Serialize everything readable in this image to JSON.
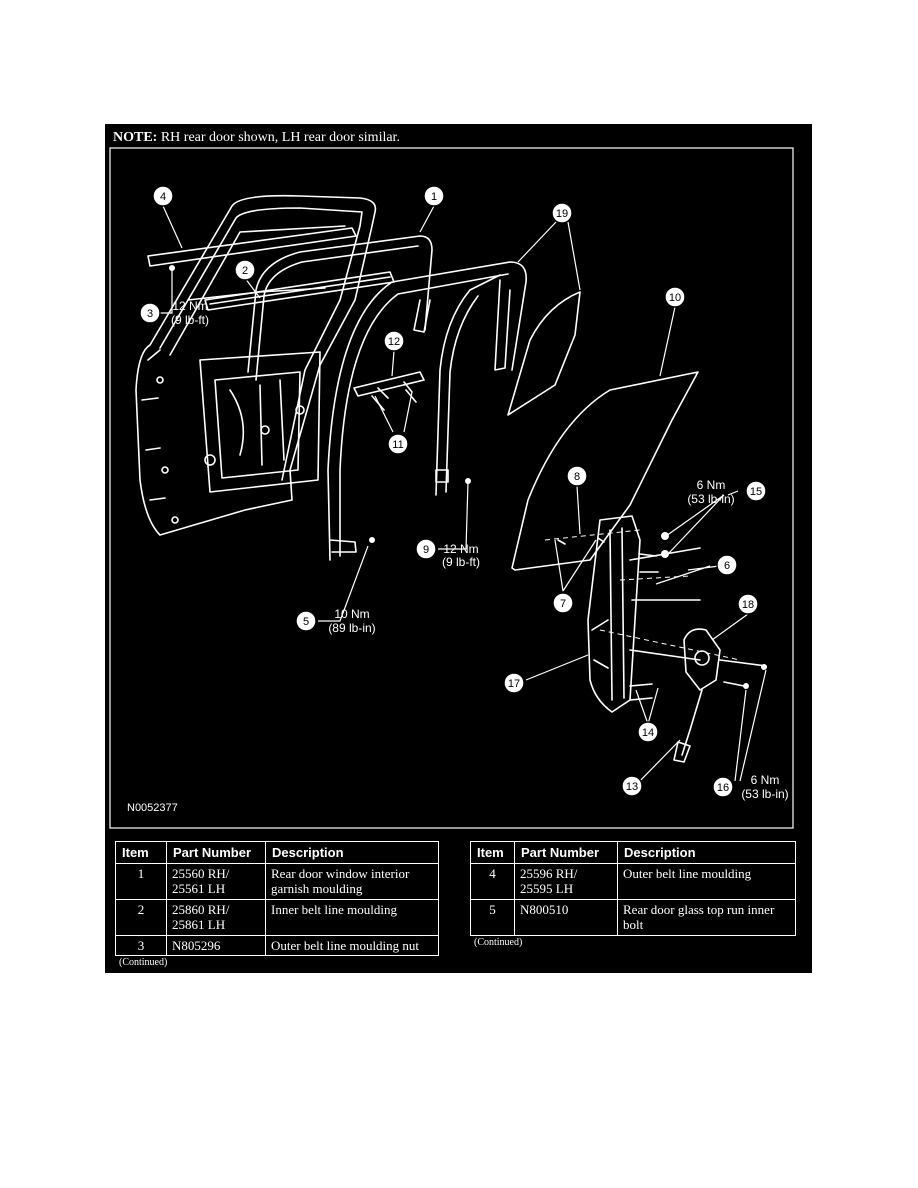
{
  "note": {
    "label": "NOTE:",
    "text": " RH rear door shown, LH rear door similar."
  },
  "figure": {
    "code": "N0052377",
    "callouts": [
      "1",
      "2",
      "3",
      "4",
      "5",
      "6",
      "7",
      "8",
      "9",
      "10",
      "11",
      "12",
      "13",
      "14",
      "15",
      "16",
      "17",
      "18",
      "19"
    ],
    "torques": {
      "t3_a": "12 Nm",
      "t3_b": "(9 lb-ft)",
      "t9_a": "12 Nm",
      "t9_b": "(9 lb-ft)",
      "t5_a": "10 Nm",
      "t5_b": "(89 lb-in)",
      "t15_a": "6 Nm",
      "t15_b": "(53 lb-in)",
      "t16_a": "6 Nm",
      "t16_b": "(53 lb-in)"
    }
  },
  "headers": [
    "Item",
    "Part Number",
    "Description"
  ],
  "table_left": [
    {
      "item": "1",
      "part": "25560 RH/ 25561 LH",
      "desc": "Rear door window interior garnish moulding"
    },
    {
      "item": "2",
      "part": "25860 RH/ 25861 LH",
      "desc": "Inner belt line moulding"
    },
    {
      "item": "3",
      "part": "N805296",
      "desc": "Outer belt line moulding nut"
    }
  ],
  "table_right": [
    {
      "item": "4",
      "part": "25596 RH/ 25595 LH",
      "desc": "Outer belt line moulding"
    },
    {
      "item": "5",
      "part": "N800510",
      "desc": "Rear door glass top run inner bolt"
    }
  ],
  "continued": "(Continued)"
}
